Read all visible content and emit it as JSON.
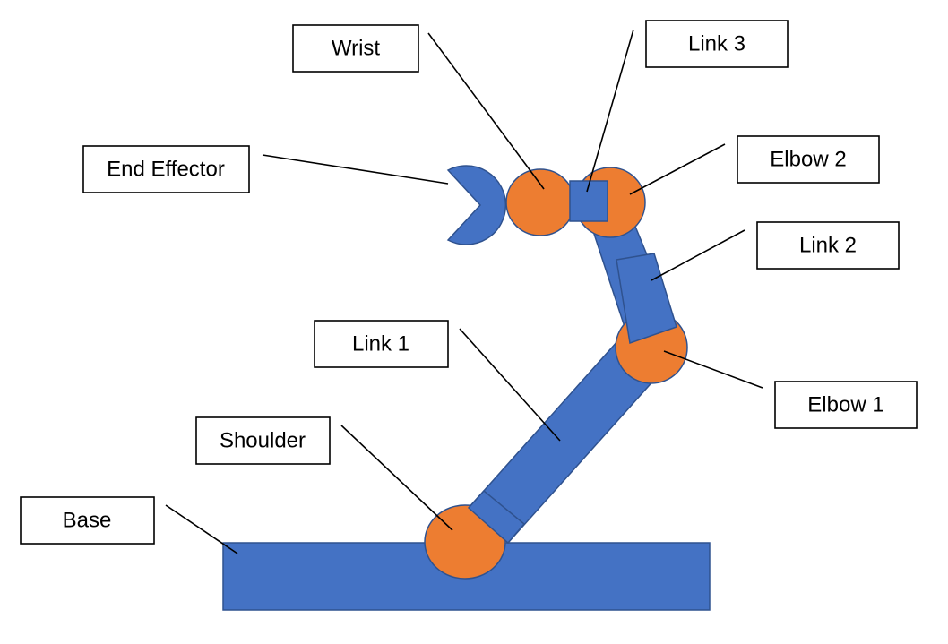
{
  "colors": {
    "link_blue": "#4472C4",
    "link_outline": "#2F528F",
    "joint_orange": "#ED7D31",
    "joint_outline": "#2F528F",
    "label_border": "#000000"
  },
  "labels": {
    "wrist": "Wrist",
    "link3": "Link 3",
    "end_effector": "End Effector",
    "elbow2": "Elbow 2",
    "link2": "Link 2",
    "link1": "Link 1",
    "elbow1": "Elbow 1",
    "shoulder": "Shoulder",
    "base": "Base"
  }
}
